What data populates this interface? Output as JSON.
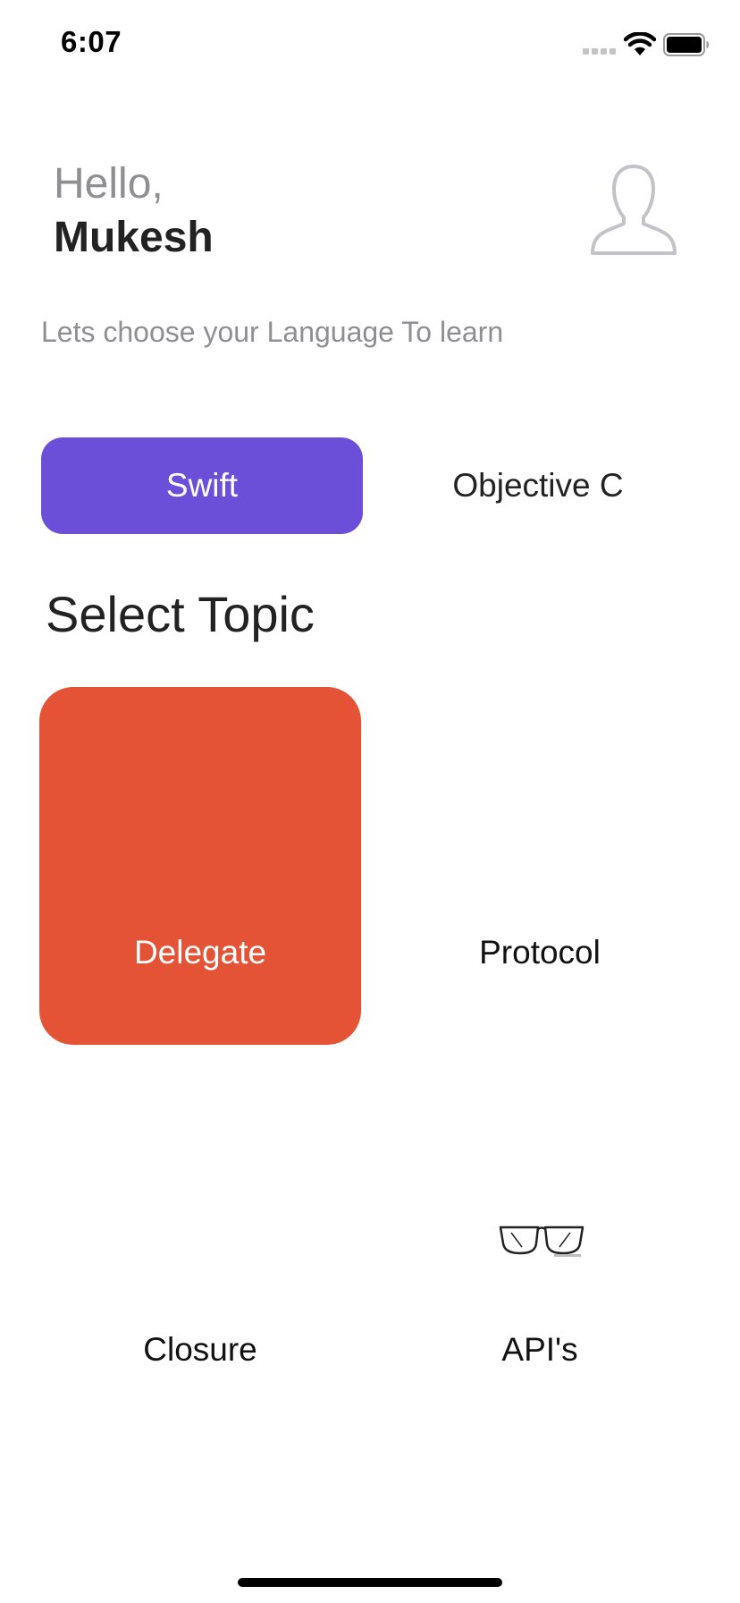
{
  "status_bar": {
    "time": "6:07",
    "signal_icon": "cellular-signal-icon",
    "wifi_icon": "wifi-icon",
    "battery_icon": "battery-icon"
  },
  "header": {
    "greeting": "Hello,",
    "user_name": "Mukesh",
    "avatar_icon": "person-silhouette-icon"
  },
  "subtitle": "Lets choose your Language To learn",
  "languages": {
    "selected": "Swift",
    "options": [
      "Swift",
      "Objective C"
    ],
    "accent_color": "#6c4fd9"
  },
  "section_title": "Select Topic",
  "topics": [
    {
      "label": "Delegate",
      "selected": true,
      "color": "#e55337"
    },
    {
      "label": "Protocol",
      "selected": false
    },
    {
      "label": "Closure",
      "selected": false
    },
    {
      "label": "API's",
      "selected": false,
      "icon": "eyeglasses-icon"
    }
  ]
}
